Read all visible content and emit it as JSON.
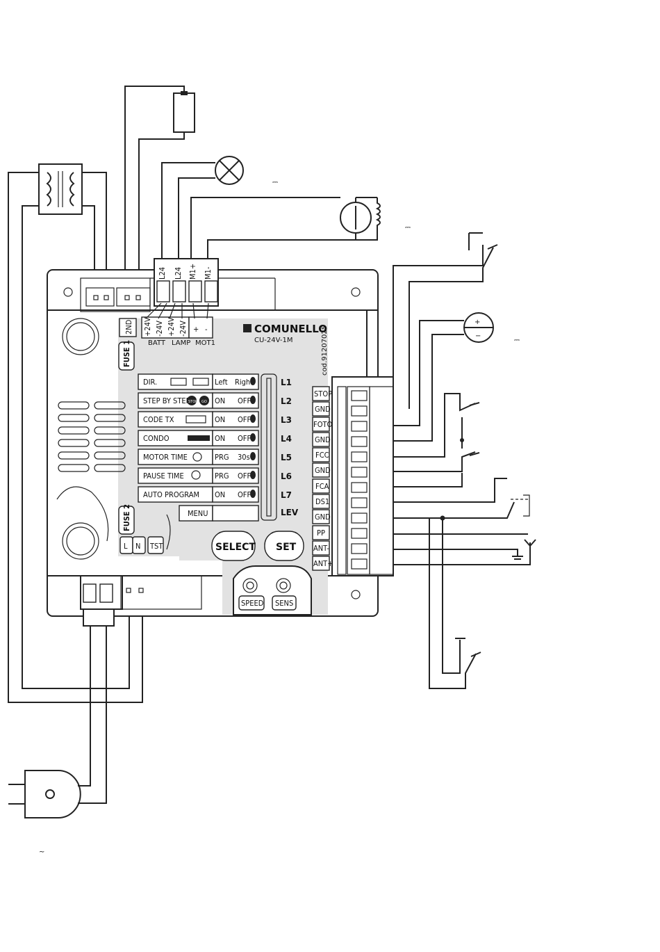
{
  "brand": {
    "name": "COMUNELLO",
    "model": "CU-24V-1M",
    "code": "cod.91207025"
  },
  "top_terminals": [
    "L24",
    "L24",
    "M1+",
    "M1-"
  ],
  "board_legend": {
    "second_connector": "2ND",
    "plus24v_a": "+24V",
    "minus24v_a": "-24V",
    "plus24v_b": "+24V",
    "minus24v_b": "-24V",
    "plus": "+",
    "minus": "-",
    "batt": "BATT",
    "lamp": "LAMP",
    "mot": "MOT1"
  },
  "fuses": {
    "fuse1": "FUSE 1",
    "fuse2": "FUSE 2"
  },
  "mains_terminals": [
    "L",
    "N",
    "TST"
  ],
  "menu_rows": [
    {
      "label": "DIR.",
      "opt1": "Left",
      "opt2": "Right",
      "led": "L1"
    },
    {
      "label": "STEP BY STEP",
      "opt1": "ON",
      "opt2": "OFF",
      "led": "L2"
    },
    {
      "label": "CODE TX",
      "opt1": "ON",
      "opt2": "OFF",
      "led": "L3"
    },
    {
      "label": "CONDO",
      "opt1": "ON",
      "opt2": "OFF",
      "led": "L4"
    },
    {
      "label": "MOTOR TIME",
      "opt1": "PRG",
      "opt2": "30s",
      "led": "L5"
    },
    {
      "label": "PAUSE TIME",
      "opt1": "PRG",
      "opt2": "OFF",
      "led": "L6"
    },
    {
      "label": "AUTO PROGRAM",
      "opt1": "ON",
      "opt2": "OFF",
      "led": "L7"
    }
  ],
  "menu_key": "MENU",
  "lev_label": "LEV",
  "icons": {
    "stop_badge": "STOP",
    "go_badge": "GO"
  },
  "buttons": {
    "select": "SELECT",
    "set": "SET",
    "speed": "SPEED",
    "sens": "SENS"
  },
  "side_terminals": [
    "STOP",
    "GND",
    "FOTO+",
    "GND",
    "FCC",
    "GND",
    "FCA",
    "DS1",
    "GND",
    "PP",
    "ANT-",
    "ANT+"
  ],
  "symbols": {
    "dc_symbol": "⎓",
    "ac_symbol": "~",
    "battery_plus": "+",
    "battery_minus": "−"
  }
}
